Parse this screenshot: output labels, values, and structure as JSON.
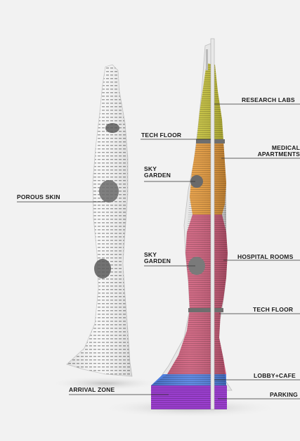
{
  "labels": {
    "porous_skin": "POROUS SKIN",
    "tech_floor_upper": "TECH FLOOR",
    "sky_garden_upper_1": "SKY",
    "sky_garden_upper_2": "GARDEN",
    "sky_garden_lower_1": "SKY",
    "sky_garden_lower_2": "GARDEN",
    "arrival_zone": "ARRIVAL ZONE",
    "research_labs": "RESEARCH LABS",
    "medical_apartments_1": "MEDICAL",
    "medical_apartments_2": "APARTMENTS",
    "hospital_rooms": "HOSPITAL ROOMS",
    "tech_floor_lower": "TECH FLOOR",
    "lobby_cafe": "LOBBY+CAFE",
    "parking": "PARKING"
  },
  "colors": {
    "background": "#f2f2f2",
    "research_labs": "#c9c43a",
    "medical_apartments": "#e79a3a",
    "hospital_rooms": "#cf5c7a",
    "lobby": "#4f7fe0",
    "parking": "#9b3fcf",
    "skin": "#ffffff",
    "core": "#e8e8e8"
  }
}
